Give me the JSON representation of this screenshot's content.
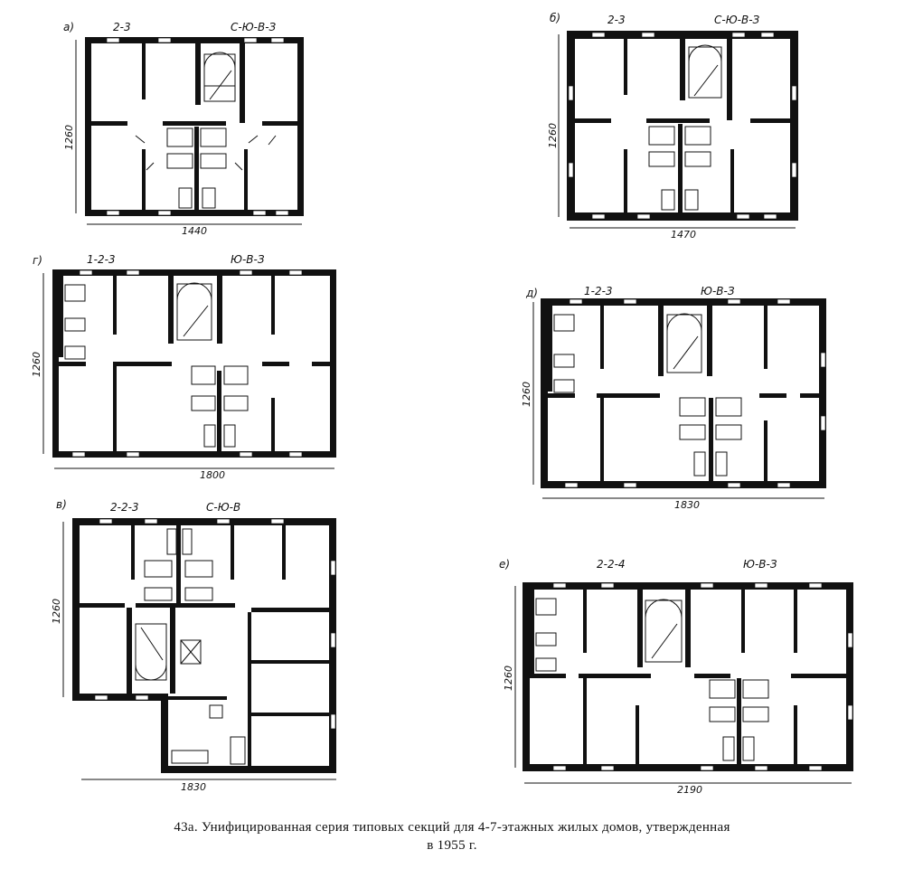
{
  "plans": [
    {
      "id": "a",
      "letter": "а)",
      "code": "2-3",
      "orient": "С-Ю-В-З",
      "width_dim": "1440",
      "height_dim": "1260"
    },
    {
      "id": "b",
      "letter": "б)",
      "code": "2-3",
      "orient": "С-Ю-В-З",
      "width_dim": "1470",
      "height_dim": "1260"
    },
    {
      "id": "c",
      "letter": "г)",
      "code": "1-2-3",
      "orient": "Ю-В-З",
      "width_dim": "1800",
      "height_dim": "1260"
    },
    {
      "id": "d",
      "letter": "д)",
      "code": "1-2-3",
      "orient": "Ю-В-З",
      "width_dim": "1830",
      "height_dim": "1260"
    },
    {
      "id": "e",
      "letter": "в)",
      "code": "2-2-3",
      "orient": "С-Ю-В",
      "width_dim": "1830",
      "height_dim": "1260"
    },
    {
      "id": "f",
      "letter": "е)",
      "code": "2-2-4",
      "orient": "Ю-В-З",
      "width_dim": "2190",
      "height_dim": "1260"
    }
  ],
  "caption": {
    "line1": "43а. Унифицированная серия типовых секций для 4-7-этажных жилых домов, утвержденная",
    "line2": "в 1955 г."
  }
}
